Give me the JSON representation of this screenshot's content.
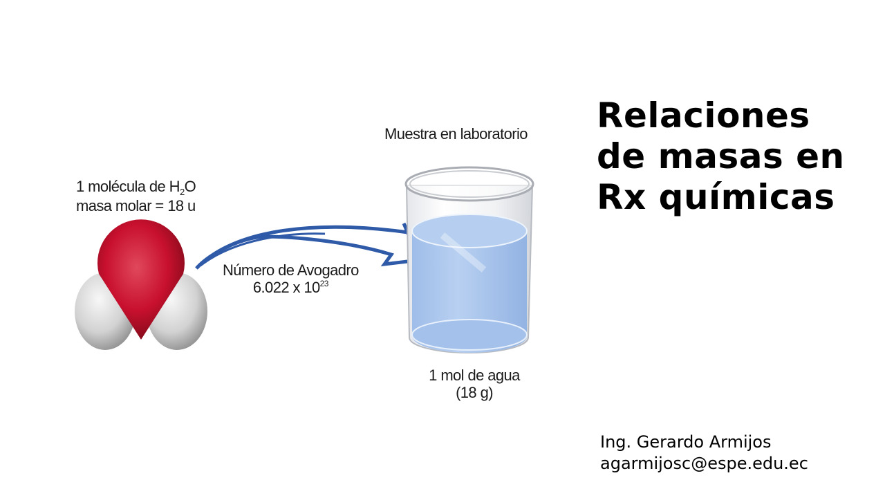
{
  "slide": {
    "title_lines": [
      "Relaciones",
      "de masas en",
      "Rx químicas"
    ],
    "author": {
      "name": "Ing. Gerardo Armijos",
      "email": "agarmijosc@espe.edu.ec"
    }
  },
  "figure": {
    "molecule": {
      "line1_prefix": "1 molécula de H",
      "line1_subscript": "2",
      "line1_suffix": "O",
      "line2": "masa molar = 18 u",
      "icon": "water-molecule-icon",
      "colors": {
        "oxygen": "#c8102e",
        "hydrogen": "#d9d9d9"
      }
    },
    "arrow": {
      "line1": "Número de Avogadro",
      "line2_base": "6.022 x 10",
      "line2_exponent": "23",
      "color": "#2f5aa8"
    },
    "beaker": {
      "top_label": "Muestra en laboratorio",
      "bottom_line1": "1 mol de agua",
      "bottom_line2": "(18 g)",
      "water_color": "#a9c6ee"
    }
  }
}
